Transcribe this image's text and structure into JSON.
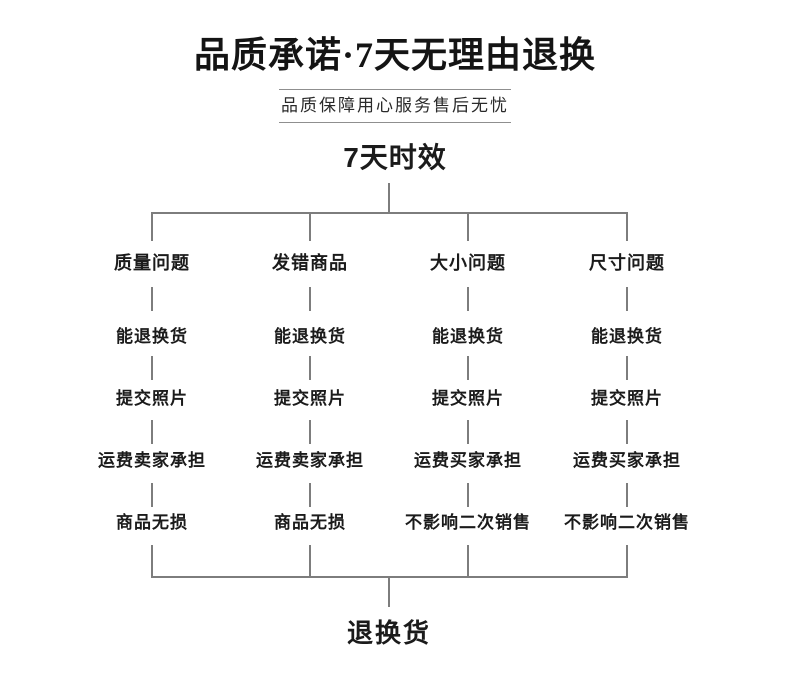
{
  "header": {
    "title": "品质承诺·7天无理由退换",
    "subtitle": "品质保障用心服务售后无忧"
  },
  "flowchart": {
    "root": "7天时效",
    "result": "退换货",
    "columns": [
      {
        "header": "质量问题",
        "steps": [
          "能退换货",
          "提交照片",
          "运费卖家承担",
          "商品无损"
        ]
      },
      {
        "header": "发错商品",
        "steps": [
          "能退换货",
          "提交照片",
          "运费卖家承担",
          "商品无损"
        ]
      },
      {
        "header": "大小问题",
        "steps": [
          "能退换货",
          "提交照片",
          "运费买家承担",
          "不影响二次销售"
        ]
      },
      {
        "header": "尺寸问题",
        "steps": [
          "能退换货",
          "提交照片",
          "运费买家承担",
          "不影响二次销售"
        ]
      }
    ]
  },
  "colors": {
    "line": "#7d7d7d",
    "text": "#1b1b1b",
    "background": "#ffffff"
  }
}
